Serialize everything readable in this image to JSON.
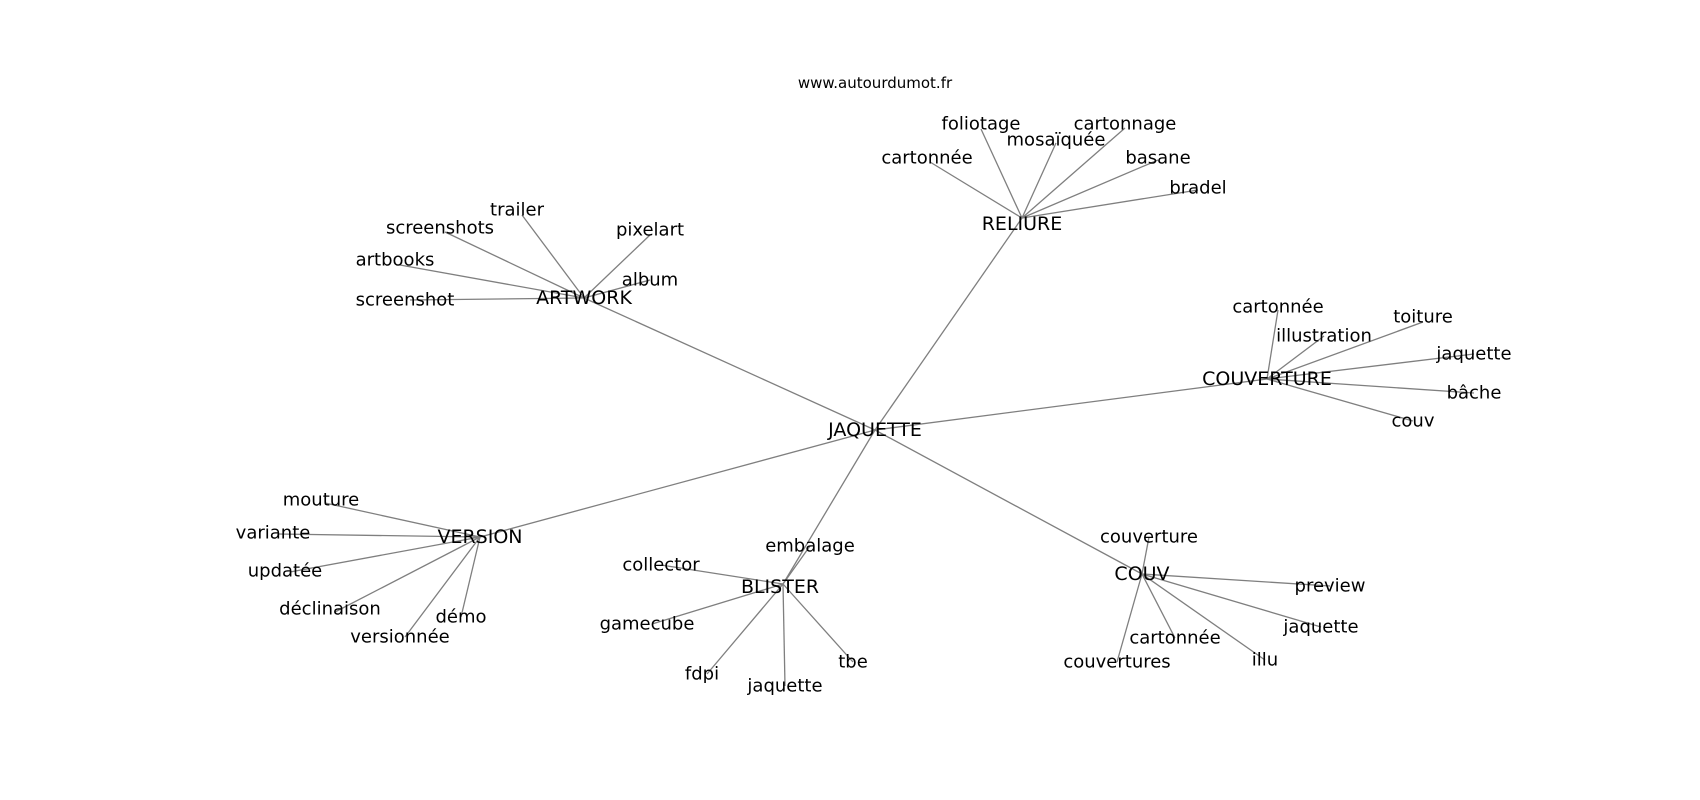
{
  "watermark": "www.autourdumot.fr",
  "edge_color": "#7f7f7f",
  "graph": {
    "center": "JAQUETTE",
    "groups": [
      {
        "hub": "ARTWORK",
        "children": [
          "trailer",
          "screenshots",
          "pixelart",
          "artbooks",
          "album",
          "screenshot"
        ]
      },
      {
        "hub": "RELIURE",
        "children": [
          "foliotage",
          "mosaïquée",
          "cartonnage",
          "cartonnée",
          "basane",
          "bradel"
        ]
      },
      {
        "hub": "COUVERTURE",
        "children": [
          "cartonnée",
          "toiture",
          "illustration",
          "jaquette",
          "bâche",
          "couv"
        ]
      },
      {
        "hub": "VERSION",
        "children": [
          "mouture",
          "variante",
          "updatée",
          "déclinaison",
          "démo",
          "versionnée"
        ]
      },
      {
        "hub": "BLISTER",
        "children": [
          "embalage",
          "collector",
          "gamecube",
          "fdpi",
          "jaquette",
          "tbe"
        ]
      },
      {
        "hub": "COUV",
        "children": [
          "couverture",
          "preview",
          "jaquette",
          "cartonnée",
          "couvertures",
          "illu"
        ]
      }
    ]
  }
}
